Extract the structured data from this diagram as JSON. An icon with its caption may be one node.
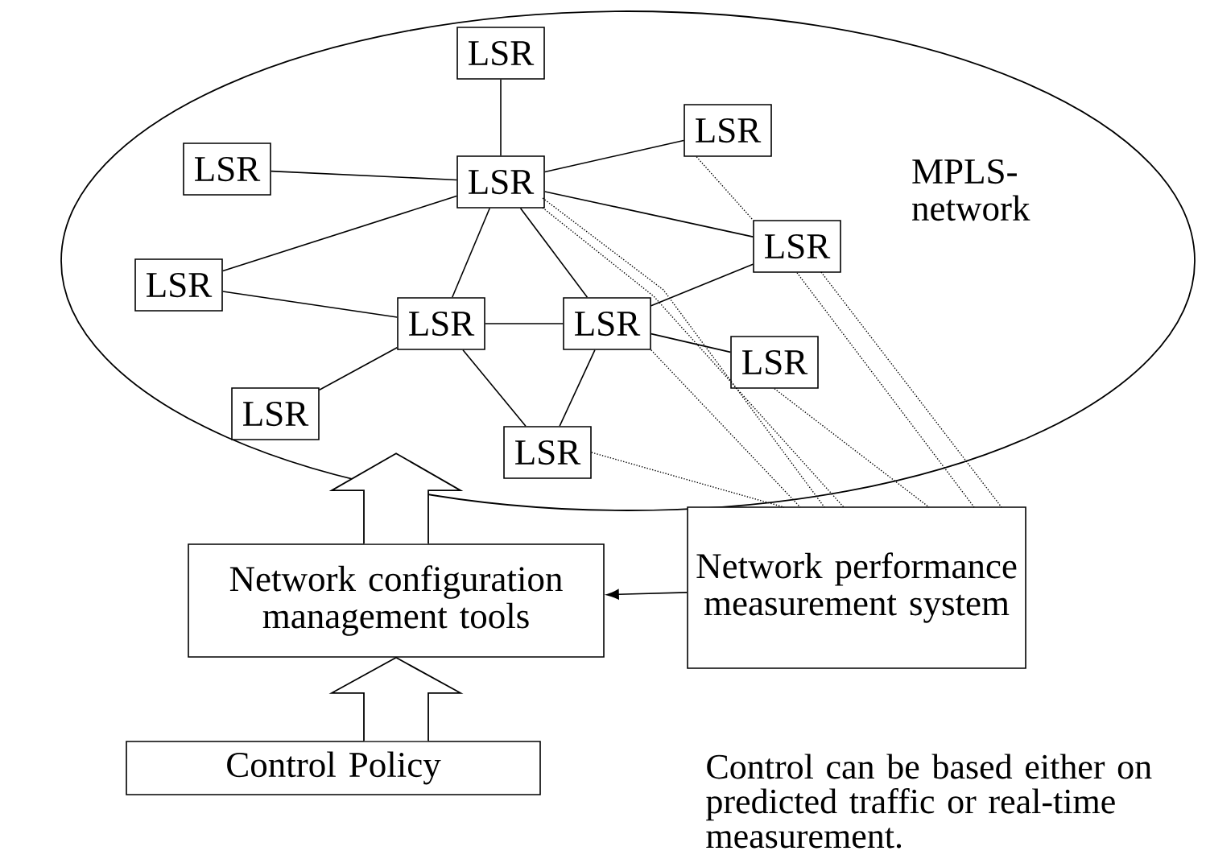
{
  "diagram": {
    "nodes": [
      {
        "text": [
          "MPLS-network"
        ]
      },
      {
        "text": [
          "LSR"
        ],
        "in": 0
      },
      {
        "text": [
          "LSR"
        ],
        "in": 0
      },
      {
        "text": [
          "LSR"
        ],
        "in": 0
      },
      {
        "text": [
          "LSR"
        ],
        "in": 0
      },
      {
        "text": [
          "LSR"
        ],
        "in": 0
      },
      {
        "text": [
          "LSR"
        ],
        "in": 0
      },
      {
        "text": [
          "LSR"
        ],
        "in": 0
      },
      {
        "text": [
          "LSR"
        ],
        "in": 0
      },
      {
        "text": [
          "LSR"
        ],
        "in": 0
      },
      {
        "text": [
          "LSR"
        ],
        "in": 0
      },
      {
        "text": [
          "LSR"
        ],
        "in": 0
      },
      {
        "text": [
          "Network configuration management tools"
        ]
      },
      {
        "text": [
          "Network performance measurement system"
        ]
      },
      {
        "text": [
          "Control Policy"
        ]
      }
    ],
    "edges": [
      {
        "from": 1,
        "to": 3,
        "arrow": "none"
      },
      {
        "from": 2,
        "to": 3,
        "arrow": "none"
      },
      {
        "from": 3,
        "to": 4,
        "arrow": "none"
      },
      {
        "from": 3,
        "to": 5,
        "arrow": "none"
      },
      {
        "from": 3,
        "to": 6,
        "arrow": "none"
      },
      {
        "from": 3,
        "to": 7,
        "arrow": "none"
      },
      {
        "from": 3,
        "to": 8,
        "arrow": "none"
      },
      {
        "from": 6,
        "to": 7,
        "arrow": "none"
      },
      {
        "from": 7,
        "to": 8,
        "arrow": "none"
      },
      {
        "from": 8,
        "to": 5,
        "arrow": "none"
      },
      {
        "from": 8,
        "to": 9,
        "arrow": "none"
      },
      {
        "from": 7,
        "to": 10,
        "arrow": "none"
      },
      {
        "from": 7,
        "to": 11,
        "arrow": "none"
      },
      {
        "from": 8,
        "to": 11,
        "arrow": "none"
      },
      {
        "from": 3,
        "to": 13,
        "arrow": "none",
        "style": "dashed"
      },
      {
        "from": 3,
        "to": 13,
        "arrow": "none",
        "style": "dashed"
      },
      {
        "from": 8,
        "to": 13,
        "arrow": "none",
        "style": "dashed"
      },
      {
        "from": 11,
        "to": 13,
        "arrow": "none",
        "style": "dashed"
      },
      {
        "from": 9,
        "to": 13,
        "arrow": "none",
        "style": "dashed"
      },
      {
        "from": 4,
        "to": 5,
        "arrow": "none",
        "style": "dashed"
      },
      {
        "from": 5,
        "to": 13,
        "arrow": "none",
        "style": "dashed"
      },
      {
        "from": 5,
        "to": 13,
        "arrow": "none",
        "style": "dashed"
      },
      {
        "from": 13,
        "to": 12,
        "arrow": "to"
      },
      {
        "from": 12,
        "to": 0,
        "arrow": "to",
        "style": "thick"
      },
      {
        "from": 14,
        "to": 12,
        "arrow": "to",
        "style": "thick"
      }
    ],
    "labels": [
      "Control can be based either on predicted traffic or real-time measurement."
    ]
  }
}
